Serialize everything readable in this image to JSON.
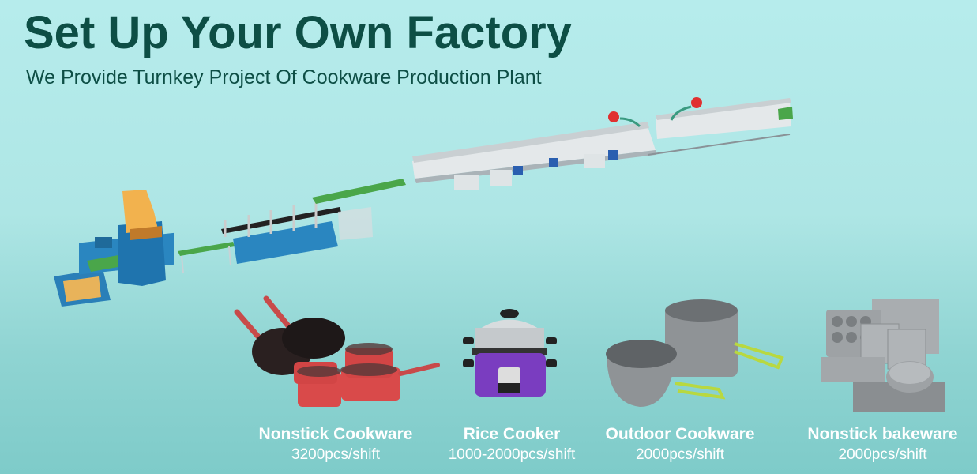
{
  "header": {
    "title": "Set Up Your Own Factory",
    "subtitle": "We Provide Turnkey Project Of Cookware Production Plant"
  },
  "colors": {
    "title": "#0d4e45",
    "background_top": "#b6ecec",
    "background_bottom": "#7ecbc9",
    "caption": "#ffffff"
  },
  "illustration": {
    "name": "cookware-production-line"
  },
  "products": [
    {
      "name": "Nonstick Cookware",
      "rate": "3200pcs/shift"
    },
    {
      "name": "Rice Cooker",
      "rate": "1000-2000pcs/shift"
    },
    {
      "name": "Outdoor Cookware",
      "rate": "2000pcs/shift"
    },
    {
      "name": "Nonstick bakeware",
      "rate": "2000pcs/shift"
    }
  ]
}
